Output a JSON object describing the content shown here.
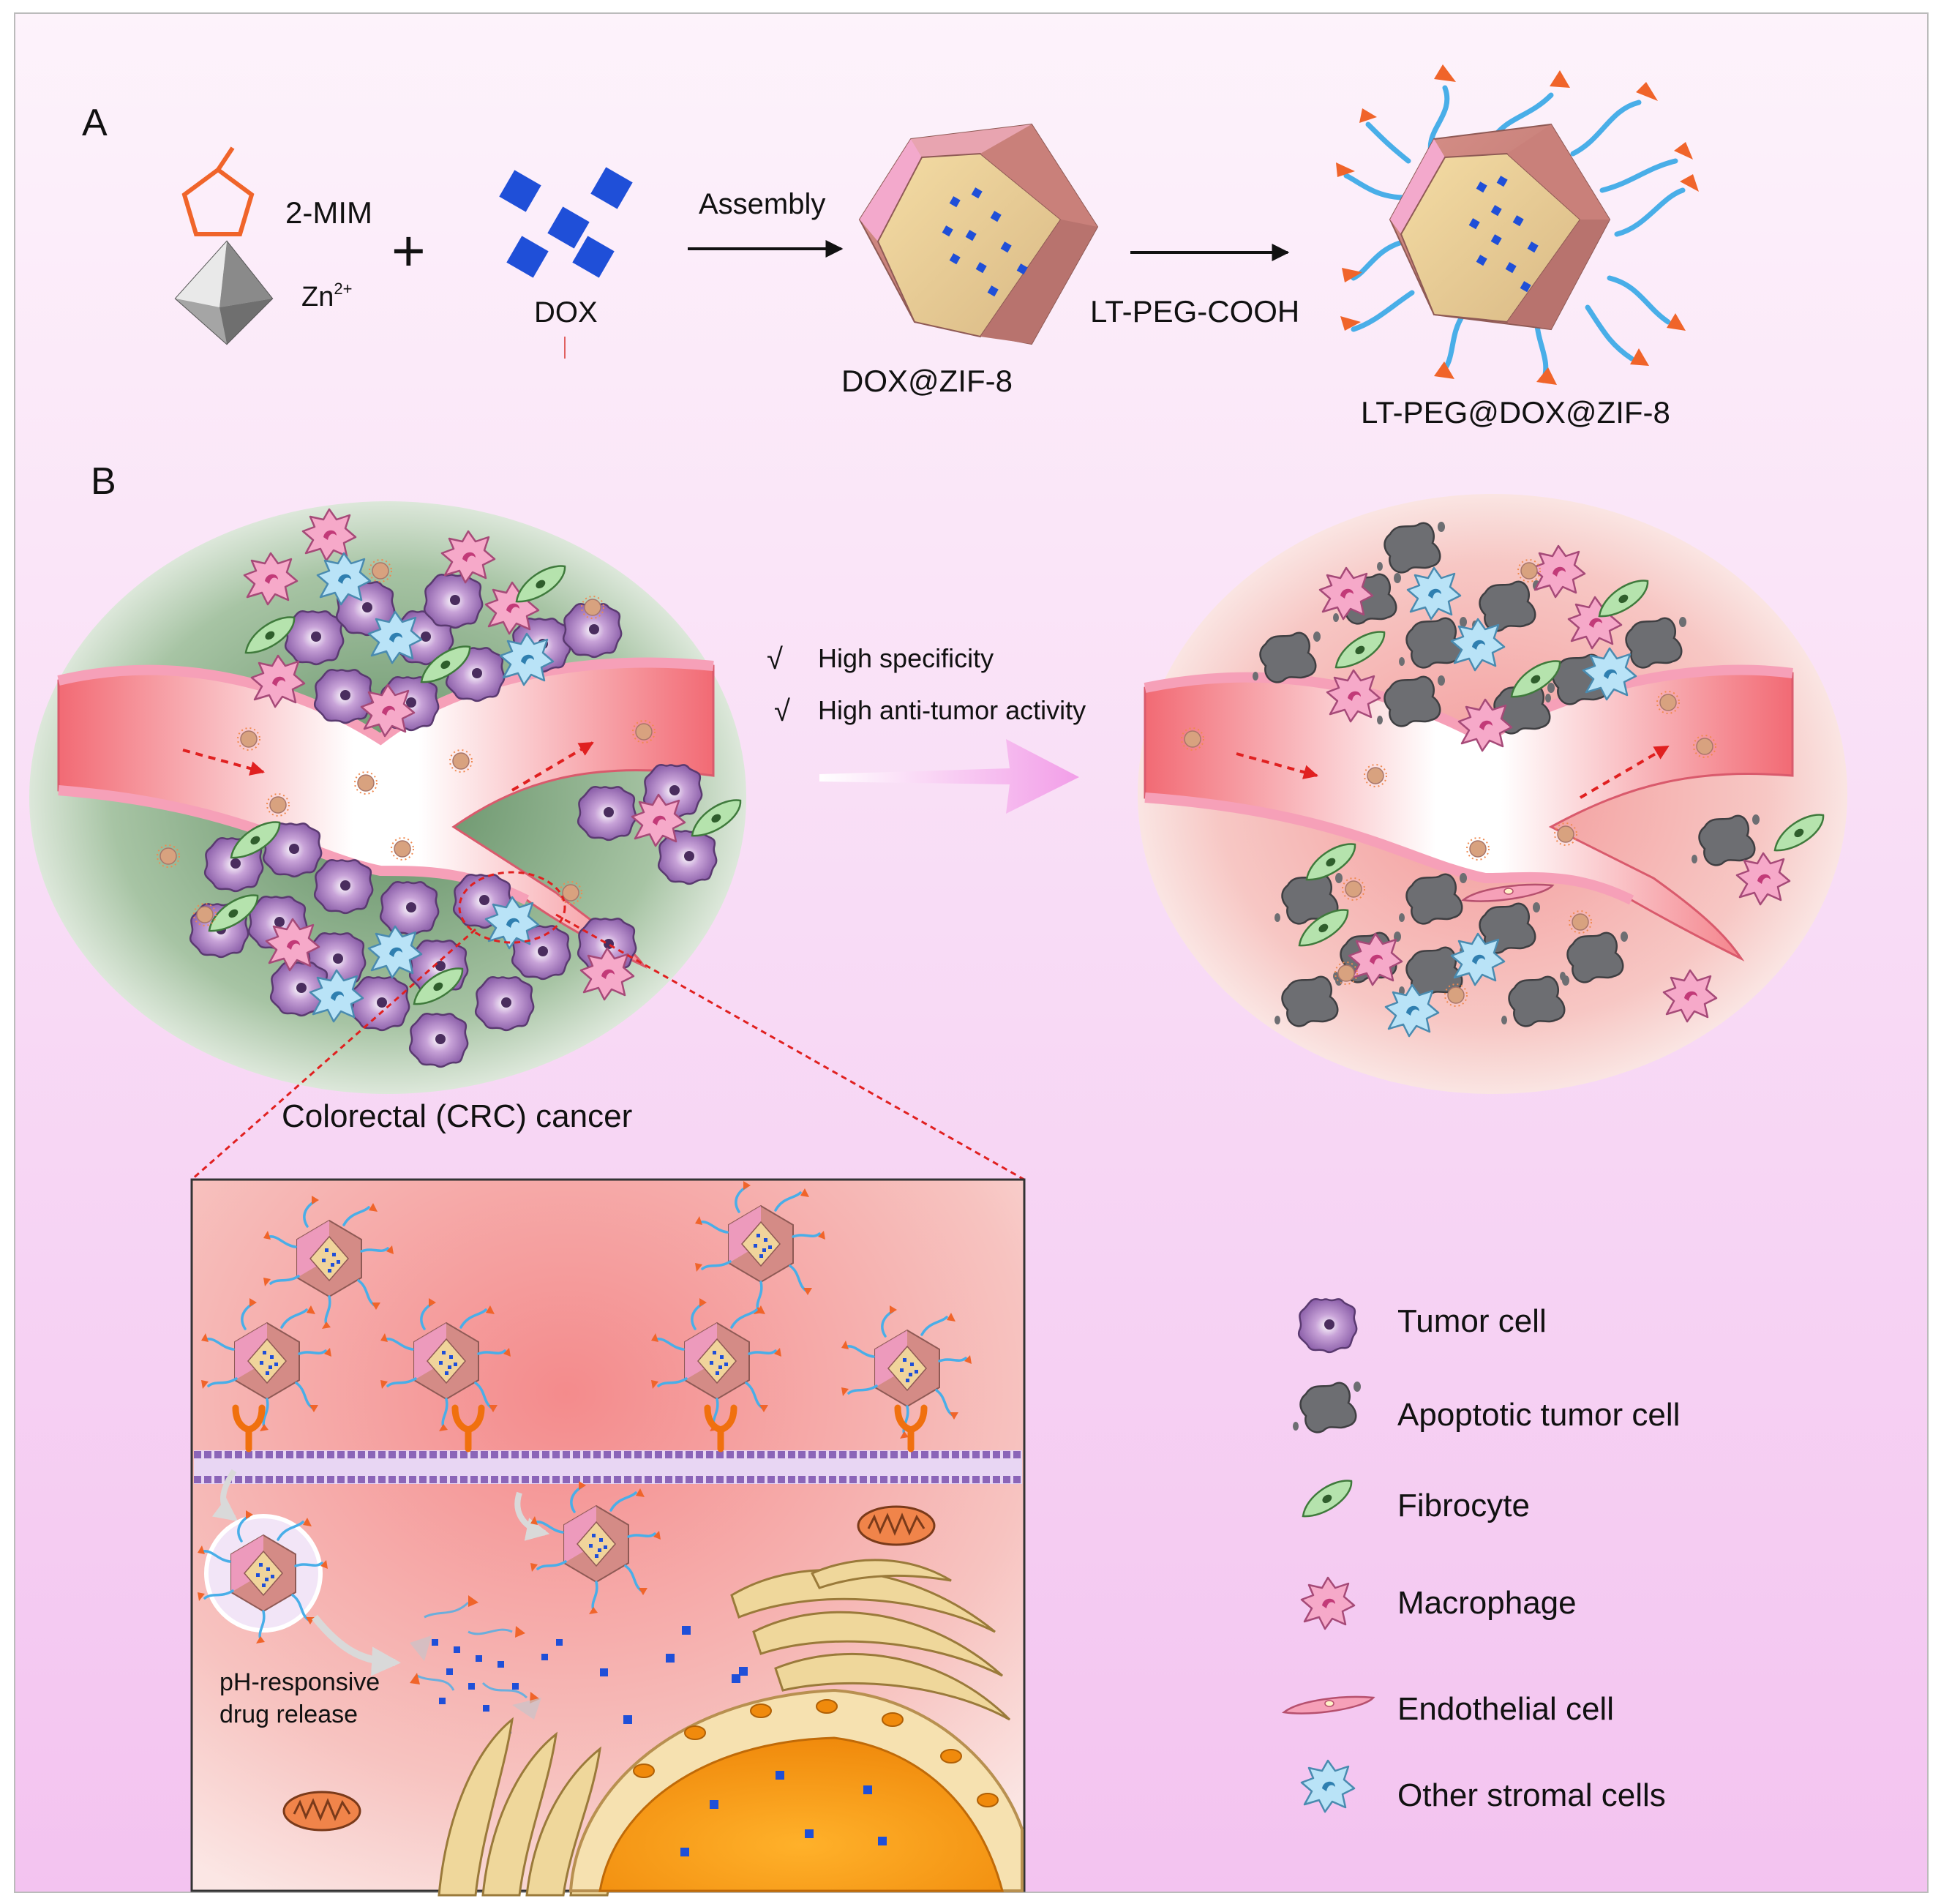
{
  "panel_a": {
    "label": "A",
    "mim_label": "2-MIM",
    "zn_label": "Zn",
    "zn_charge": "2+",
    "plus": "+",
    "dox_label": "DOX",
    "assembly_label": "Assembly",
    "dox_zif_label": "DOX@ZIF-8",
    "peg_reagent_label": "LT-PEG-COOH",
    "final_label": "LT-PEG@DOX@ZIF-8"
  },
  "panel_b": {
    "label": "B",
    "check_1": "High specificity",
    "check_2": "High anti-tumor activity",
    "check_mark": "√",
    "crc_label": "Colorectal (CRC) cancer",
    "release_line_1": "pH-responsive",
    "release_line_2": "drug release"
  },
  "legend": [
    {
      "label": "Tumor cell",
      "icon": "tumor-cell-icon"
    },
    {
      "label": "Apoptotic tumor cell",
      "icon": "apoptotic-cell-icon"
    },
    {
      "label": "Fibrocyte",
      "icon": "fibrocyte-icon"
    },
    {
      "label": "Macrophage",
      "icon": "macrophage-icon"
    },
    {
      "label": "Endothelial cell",
      "icon": "endothelial-cell-icon"
    },
    {
      "label": "Other stromal cells",
      "icon": "stromal-cell-icon"
    }
  ],
  "colors": {
    "tumor": "#8a5aa8",
    "apoptotic": "#6f6f72",
    "fibrocyte": "#9fd79b",
    "macrophage": "#ef8fb8",
    "endothelial": "#f08aa8",
    "stromal": "#9fd3f0",
    "dox": "#1f4fd8",
    "vessel": "#f36f78",
    "peg": "#49aee8",
    "ligand": "#f0642a"
  }
}
